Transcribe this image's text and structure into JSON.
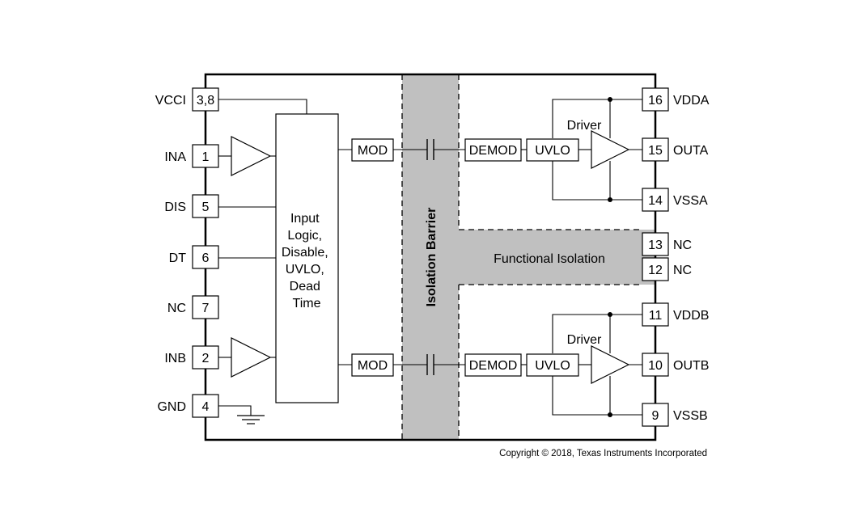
{
  "colors": {
    "barrier_fill": "#c0c0c0",
    "line": "#000000",
    "background": "#ffffff"
  },
  "left_pins": [
    {
      "name": "VCCI",
      "number": "3,8"
    },
    {
      "name": "INA",
      "number": "1"
    },
    {
      "name": "DIS",
      "number": "5"
    },
    {
      "name": "DT",
      "number": "6"
    },
    {
      "name": "NC",
      "number": "7"
    },
    {
      "name": "INB",
      "number": "2"
    },
    {
      "name": "GND",
      "number": "4"
    }
  ],
  "right_pins": [
    {
      "name": "VDDA",
      "number": "16"
    },
    {
      "name": "OUTA",
      "number": "15"
    },
    {
      "name": "VSSA",
      "number": "14"
    },
    {
      "name": "NC",
      "number": "13"
    },
    {
      "name": "NC",
      "number": "12"
    },
    {
      "name": "VDDB",
      "number": "11"
    },
    {
      "name": "OUTB",
      "number": "10"
    },
    {
      "name": "VSSB",
      "number": "9"
    }
  ],
  "logic_block": [
    "Input",
    "Logic,",
    "Disable,",
    "UVLO,",
    "Dead",
    "Time"
  ],
  "mod_label": "MOD",
  "demod_label": "DEMOD",
  "uvlo_label": "UVLO",
  "driver_label": "Driver",
  "isolation_barrier": "Isolation Barrier",
  "functional_isolation": "Functional Isolation",
  "copyright": "Copyright © 2018, Texas Instruments Incorporated"
}
